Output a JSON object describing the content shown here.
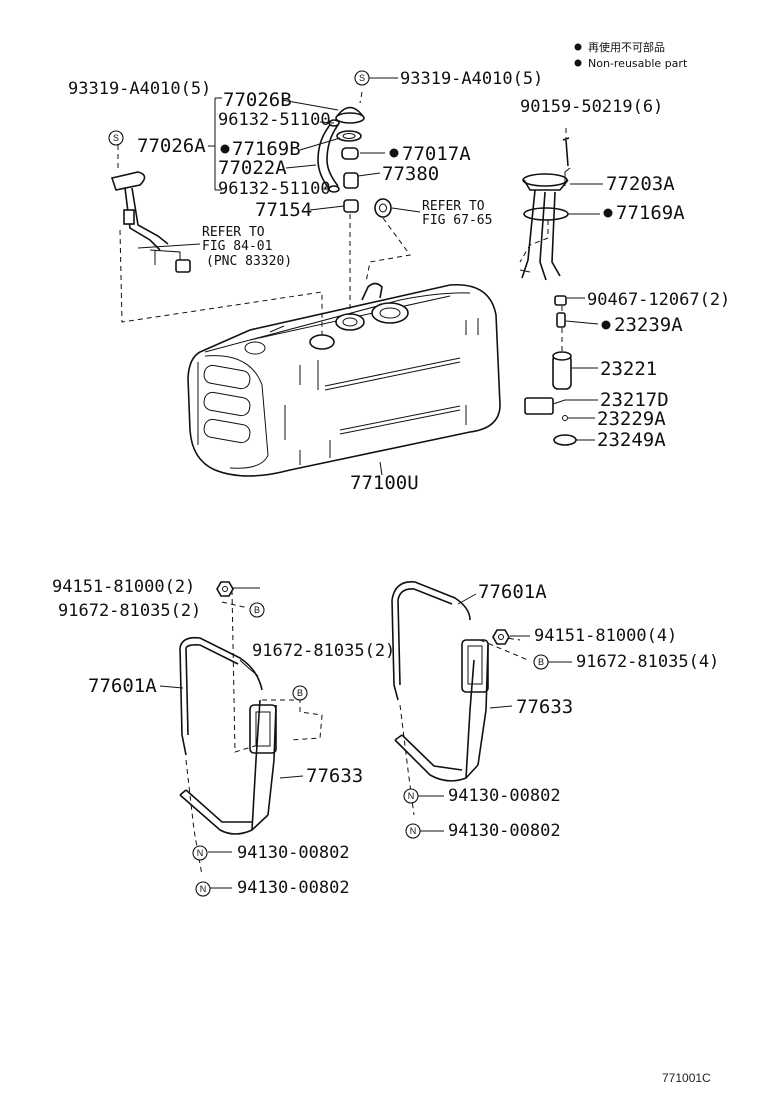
{
  "legend": {
    "line1": "再使用不可部品",
    "line2": "Non-reusable part"
  },
  "badges": {
    "s": "S",
    "b": "B",
    "n": "N"
  },
  "labels": {
    "p93319_left": "93319-A4010(5)",
    "p93319_right": "93319-A4010(5)",
    "p77026B": "77026B",
    "p96132_top": "96132-51100",
    "p77026A": "77026A",
    "p77169B": "77169B",
    "p77022A": "77022A",
    "p96132_bottom": "96132-51100",
    "p77154": "77154",
    "p77017A": "77017A",
    "p77380": "77380",
    "p90159": "90159-50219(6)",
    "p77203A": "77203A",
    "p77169A": "77169A",
    "p90467": "90467-12067(2)",
    "p23239A": "23239A",
    "p23221": "23221",
    "p23217D": "23217D",
    "p23229A": "23229A",
    "p23249A": "23249A",
    "p77100U": "77100U",
    "p94151_left": "94151-81000(2)",
    "p91672_left_a": "91672-81035(2)",
    "p91672_left_b": "91672-81035(2)",
    "p77601A_left": "77601A",
    "p77633_left": "77633",
    "p94130_left_a": "94130-00802",
    "p94130_left_b": "94130-00802",
    "p77601A_right": "77601A",
    "p94151_right": "94151-81000(4)",
    "p91672_right": "91672-81035(4)",
    "p77633_right": "77633",
    "p94130_right_a": "94130-00802",
    "p94130_right_b": "94130-00802"
  },
  "refs": {
    "ref1_line1": "REFER TO",
    "ref1_line2": "FIG 84-01",
    "ref1_line3": "(PNC 83320)",
    "ref2_line1": "REFER TO",
    "ref2_line2": "FIG 67-65"
  },
  "footer": {
    "code": "771001C"
  }
}
